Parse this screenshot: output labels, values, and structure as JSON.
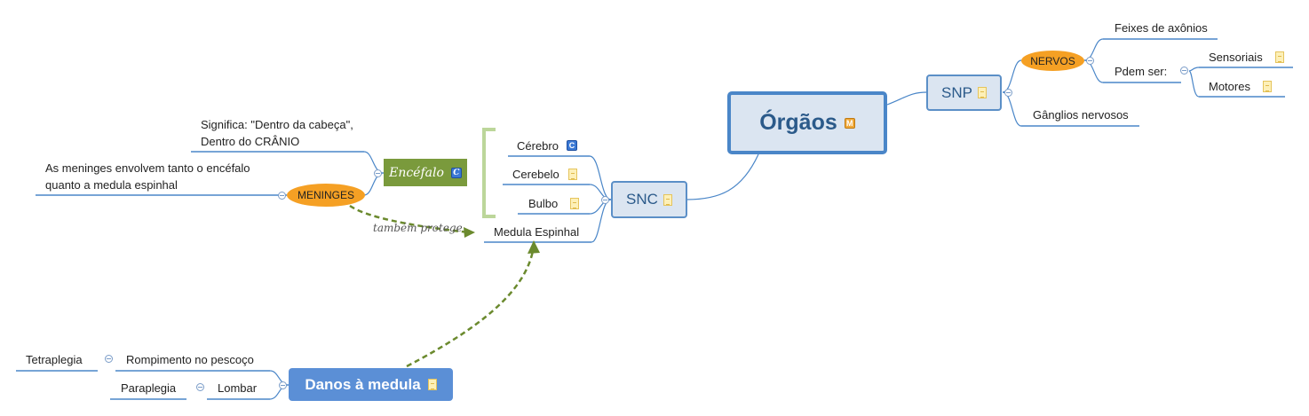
{
  "central": {
    "label": "Órgãos",
    "badge": "M"
  },
  "snp": {
    "label": "SNP",
    "nervos": {
      "label": "NERVOS",
      "feixes": "Feixes de axônios",
      "podem_ser": "Pdem ser:",
      "sensoriais": "Sensoriais",
      "motores": "Motores"
    },
    "ganglios": "Gânglios nervosos"
  },
  "snc": {
    "label": "SNC",
    "encefalo": {
      "label": "Encéfalo",
      "badge": "C"
    },
    "cerebro": {
      "label": "Cérebro",
      "badge": "C"
    },
    "cerebelo": "Cerebelo",
    "bulbo": "Bulbo",
    "medula": "Medula Espinhal"
  },
  "encefalo_detail": {
    "significa": "Significa: \"Dentro da cabeça\",\nDentro do CRÂNIO",
    "meninges": "MENINGES",
    "meninges_note": "As meninges envolvem tanto o encéfalo\nquanto a medula espinhal"
  },
  "relationship": {
    "label": "também protege"
  },
  "danos": {
    "label": "Danos à medula",
    "rompimento": "Rompimento no pescoço",
    "tetraplegia": "Tetraplegia",
    "lombar": "Lombar",
    "paraplegia": "Paraplegia"
  },
  "colors": {
    "central_fill": "#dbe5f1",
    "central_border": "#4a86c8",
    "connector": "#4a86c8",
    "relationship": "#6b8a2e",
    "encefalo_fill": "#7a9a3c",
    "ellipse_fill": "#f5a024",
    "danos_fill": "#5b8fd6",
    "bracket": "#bcd69a"
  }
}
